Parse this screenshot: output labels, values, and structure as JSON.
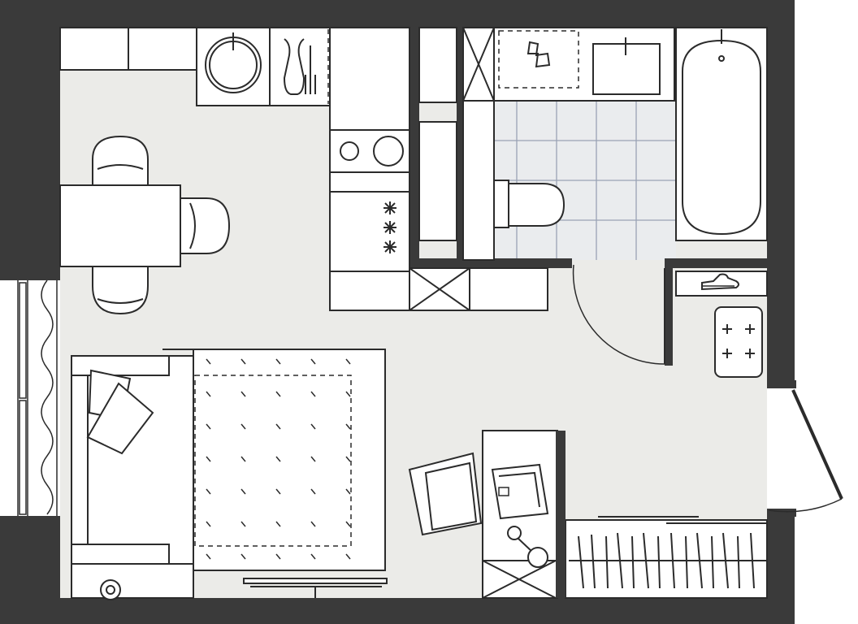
{
  "plan": {
    "colors": {
      "wall": "#3a3a3a",
      "floor": "#ebebe8",
      "furniture_fill": "#ffffff",
      "line": "#2b2b2b",
      "tile_grid": "#9aa3b5"
    },
    "rooms": [
      "living-room",
      "kitchen",
      "bathroom",
      "hallway"
    ],
    "icons": [
      "window-icon",
      "chair-icon",
      "dining-table-icon",
      "sofa-icon",
      "pillow-icon",
      "rug-icon",
      "tv-stand-icon",
      "round-sink-icon",
      "dish-brush-icon",
      "cooktop-icon",
      "oven-icon",
      "refrigerator-icon",
      "washing-machine-icon",
      "bathroom-sink-icon",
      "toilet-icon",
      "bathtub-icon",
      "shoe-icon",
      "pouf-icon",
      "armchair-icon",
      "desk-icon",
      "laptop-icon",
      "desk-lamp-icon",
      "wardrobe-icon",
      "door-icon",
      "entrance-door-icon",
      "floor-lamp-icon"
    ]
  }
}
